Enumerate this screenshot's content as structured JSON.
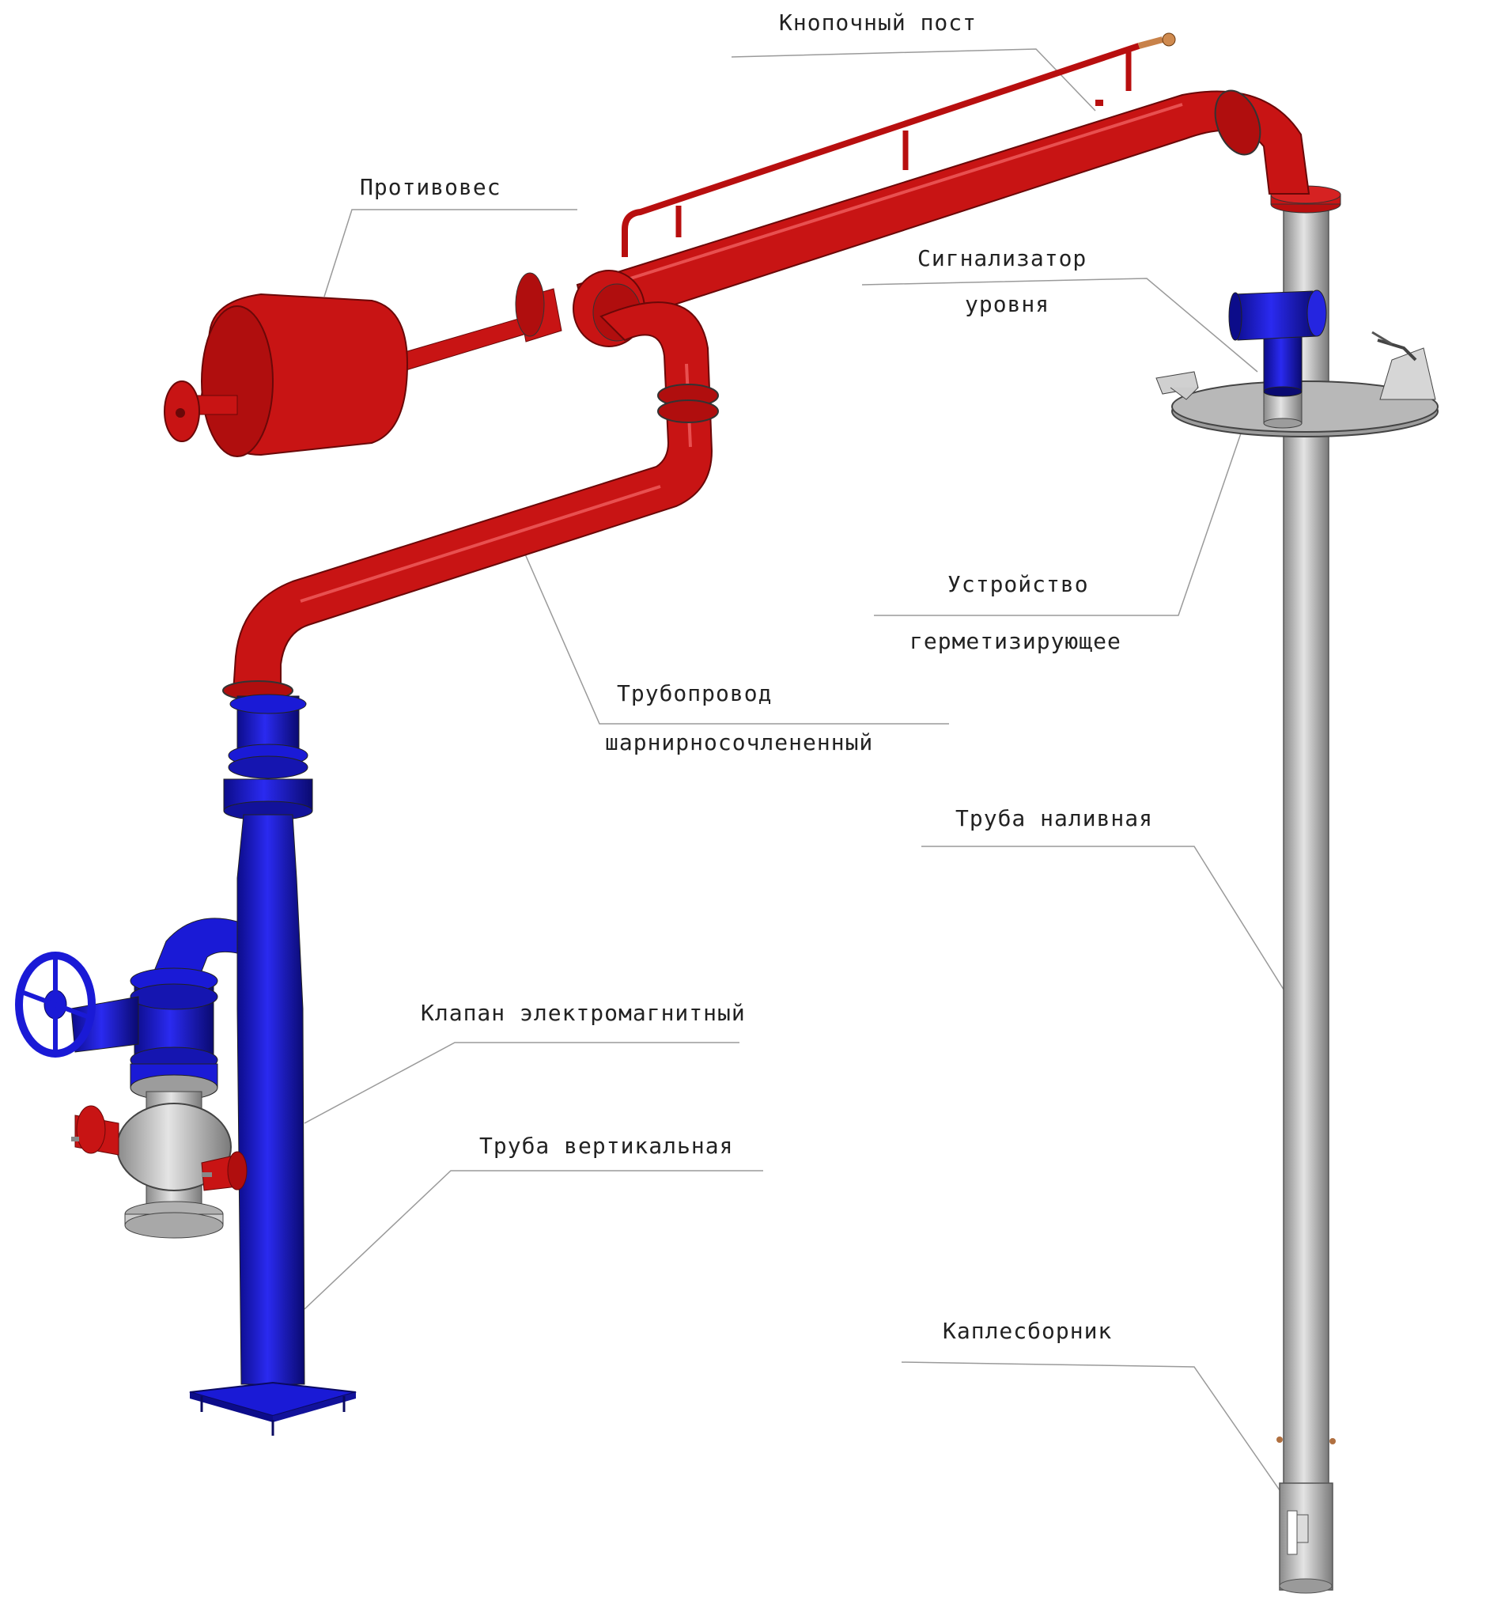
{
  "labels": {
    "knopochny_post": "Кнопочный пост",
    "protivoves": "Противовес",
    "signalizator_1": "Сигнализатор",
    "signalizator_2": "уровня",
    "ustroystvo_1": "Устройство",
    "ustroystvo_2": "герметизирующее",
    "truboprovod_1": "Трубопровод",
    "truboprovod_2": "шарнирносочлененный",
    "truba_nalivnaya": "Труба наливная",
    "klapan": "Клапан электромагнитный",
    "truba_vertikalnaya": "Труба вертикальная",
    "kaplesbornik": "Каплесборник"
  },
  "colors": {
    "red": "#c81414",
    "red_dark": "#8e0c0c",
    "blue": "#1a1ad6",
    "blue_dark": "#0c0c8a",
    "grey": "#c4c4c4",
    "grey_dark": "#8a8a8a",
    "leader": "#9a9a9a"
  }
}
